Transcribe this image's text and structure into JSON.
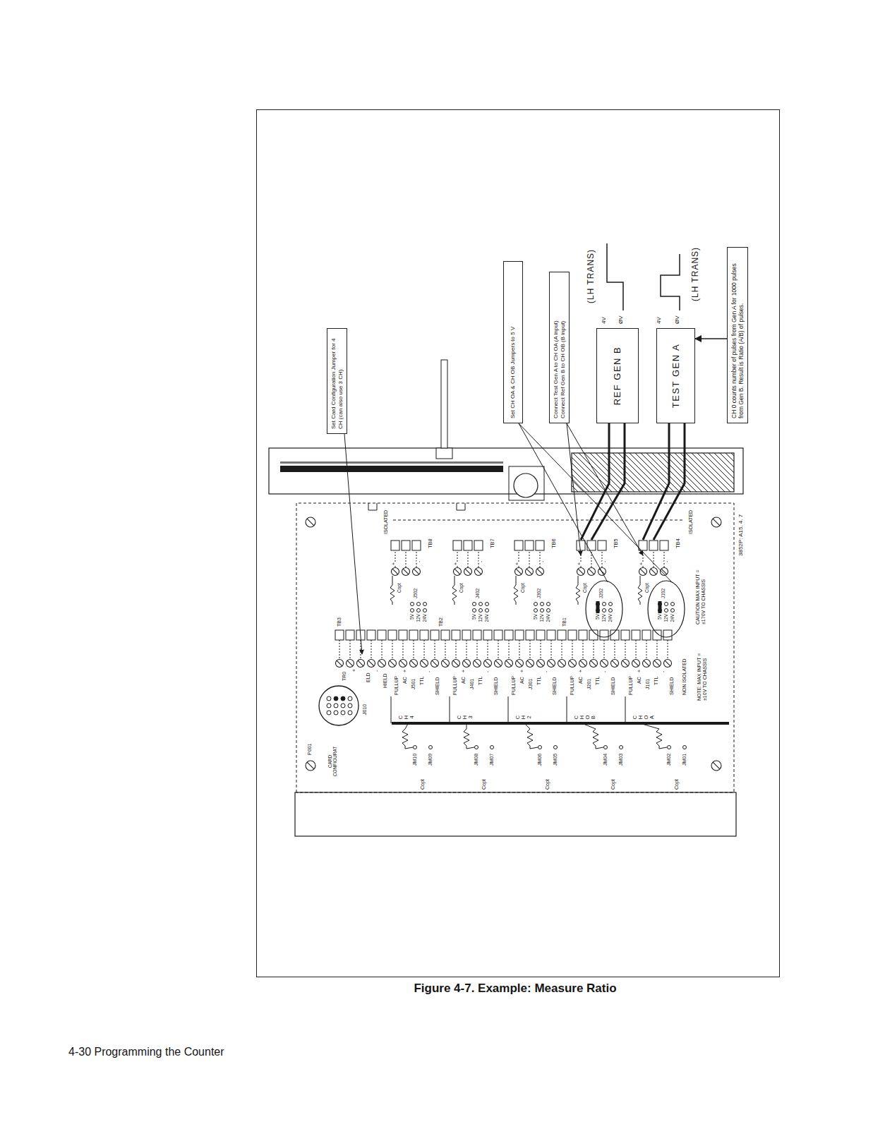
{
  "diagram": {
    "caption": "Figure 4-7. Example: Measure Ratio",
    "nodes": [
      {
        "text": [
          "Set Card Configuration Jumper for 4 CH (can also use 3 CH)"
        ]
      },
      {
        "text": [
          "Set CH OA & CH OB Jumpers to 5 V"
        ]
      },
      {
        "text": [
          "Connect Test Gen A to CH OA (A input)",
          "Connect Ref Gen B to CH OB (B input)"
        ]
      },
      {
        "text": [
          "REF GEN B"
        ]
      },
      {
        "text": [
          "TEST GEN A"
        ]
      },
      {
        "text": [
          "CH 0 counts number of pulses from Gen A for 1000 pulses from Gen B. Result is Ratio (A/B) of pulses."
        ]
      }
    ],
    "edges": [
      {
        "from": 5,
        "to": 4,
        "arrow": "to"
      }
    ],
    "labels": [
      "P001",
      "CARD CONFIGURAT",
      "J010",
      "TB3",
      "TR0",
      "+",
      "ELD",
      "-",
      "HIELD",
      "PULLUP",
      "AC",
      "+",
      "J501",
      "TTL",
      "-",
      "SHIELD",
      "C H 4",
      "PULLUP",
      "AC",
      "+",
      "J401",
      "TTL",
      "-",
      "SHIELD",
      "C H 3",
      "PULLUP",
      "AC",
      "+",
      "J301",
      "TTL",
      "-",
      "SHIELD",
      "C H 2",
      "PULLUP",
      "AC",
      "+",
      "J201",
      "TTL",
      "-",
      "SHIELD",
      "C H O B",
      "PULLUP",
      "AC",
      "+",
      "J101",
      "TTL",
      "-",
      "SHIELD",
      "C H O A",
      "TB2",
      "TB1",
      "JM10",
      "JM09",
      "Copt",
      "JM08",
      "JM07",
      "Copt",
      "JM06",
      "JM05",
      "Copt",
      "JM04",
      "JM03",
      "Copt",
      "JM02",
      "JM01",
      "Copt",
      "TB8",
      "+",
      "-",
      "Copt",
      "J502",
      "5V",
      "12V",
      "24V",
      "TB7",
      "+",
      "-",
      "Copt",
      "J402",
      "5V",
      "12V",
      "24V",
      "TB6",
      "+",
      "-",
      "Copt",
      "J302",
      "5V",
      "12V",
      "24V",
      "TB5",
      "+",
      "-",
      "Copt",
      "J202",
      "5V",
      "12V",
      "24V",
      "TB4",
      "+",
      "-",
      "Copt",
      "J102",
      "5V",
      "12V",
      "24V",
      "ISOLATED",
      "ISOLATED",
      "NON ISOLATED",
      "NOTE: MAX INPUT = ±10V TO CHASSIS",
      "CAUTION MAX INPUT = ±170V TO CHASSIS",
      "3852P: A15. 4. 7",
      "4V",
      "ØV",
      "(LH TRANS)",
      "4V",
      "ØV",
      "(LH TRANS)",
      "4-30 Programming the Counter"
    ]
  }
}
